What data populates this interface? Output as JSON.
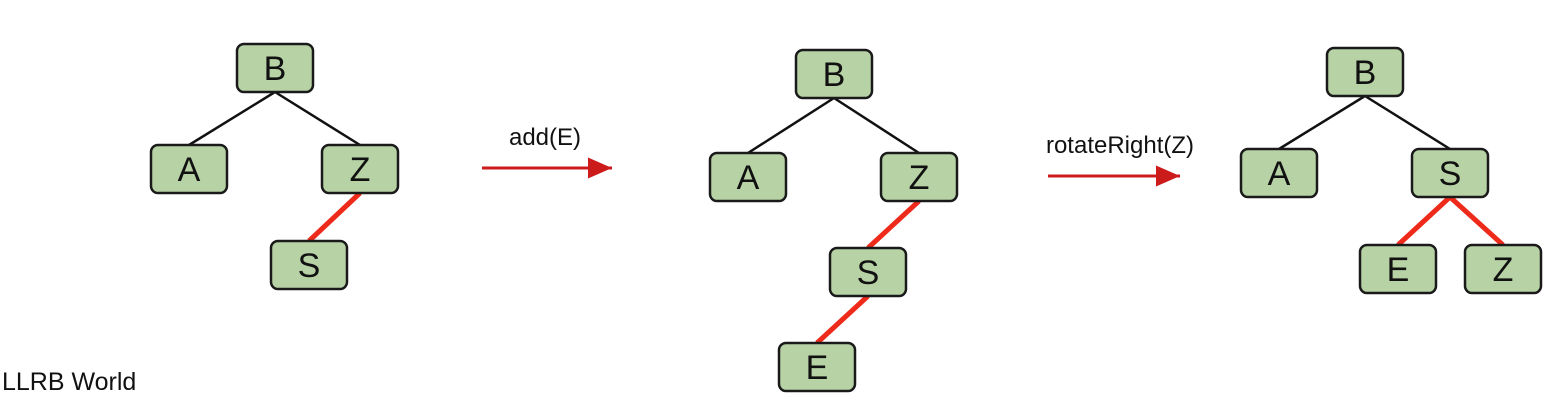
{
  "colors": {
    "node_fill": "#b7d3a6",
    "red_link": "#ee2a1b",
    "arrow": "#cc1b1b"
  },
  "caption": "LLRB World",
  "operations": [
    {
      "label": "add(E)"
    },
    {
      "label": "rotateRight(Z)"
    }
  ],
  "trees": [
    {
      "nodes": [
        {
          "id": "B",
          "label": "B"
        },
        {
          "id": "A",
          "label": "A"
        },
        {
          "id": "Z",
          "label": "Z"
        },
        {
          "id": "S",
          "label": "S"
        }
      ],
      "edges": [
        {
          "from": "B",
          "to": "A",
          "red": false
        },
        {
          "from": "B",
          "to": "Z",
          "red": false
        },
        {
          "from": "Z",
          "to": "S",
          "red": true
        }
      ]
    },
    {
      "nodes": [
        {
          "id": "B",
          "label": "B"
        },
        {
          "id": "A",
          "label": "A"
        },
        {
          "id": "Z",
          "label": "Z"
        },
        {
          "id": "S",
          "label": "S"
        },
        {
          "id": "E",
          "label": "E"
        }
      ],
      "edges": [
        {
          "from": "B",
          "to": "A",
          "red": false
        },
        {
          "from": "B",
          "to": "Z",
          "red": false
        },
        {
          "from": "Z",
          "to": "S",
          "red": true
        },
        {
          "from": "S",
          "to": "E",
          "red": true
        }
      ]
    },
    {
      "nodes": [
        {
          "id": "B",
          "label": "B"
        },
        {
          "id": "A",
          "label": "A"
        },
        {
          "id": "S",
          "label": "S"
        },
        {
          "id": "E",
          "label": "E"
        },
        {
          "id": "Z",
          "label": "Z"
        }
      ],
      "edges": [
        {
          "from": "B",
          "to": "A",
          "red": false
        },
        {
          "from": "B",
          "to": "S",
          "red": false
        },
        {
          "from": "S",
          "to": "E",
          "red": true
        },
        {
          "from": "S",
          "to": "Z",
          "red": true
        }
      ]
    }
  ]
}
